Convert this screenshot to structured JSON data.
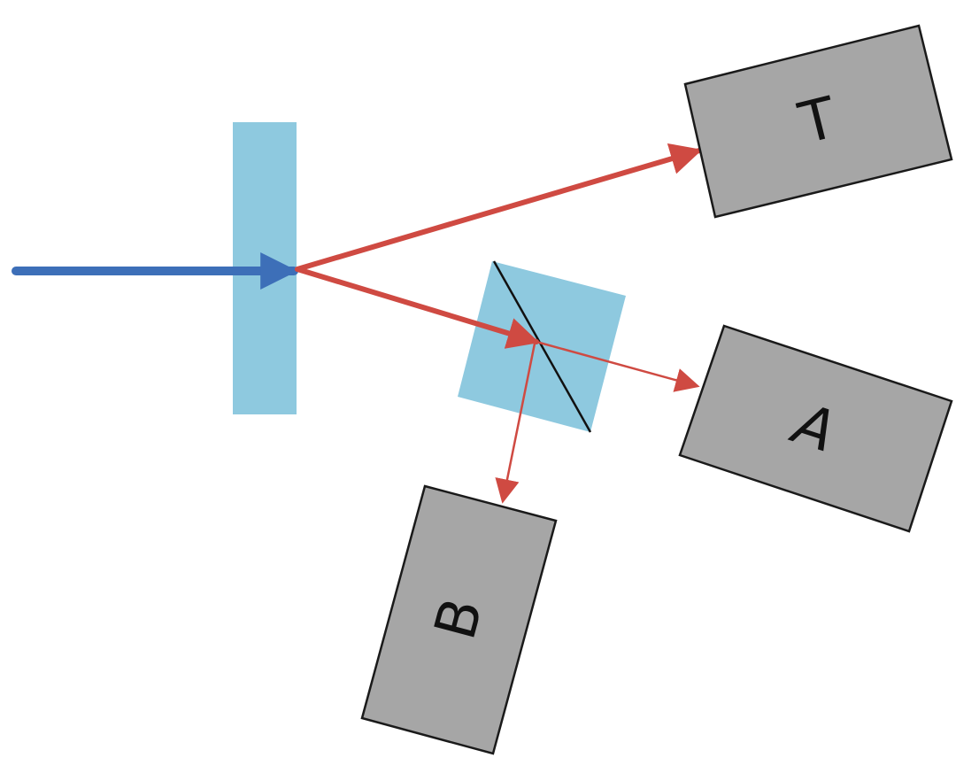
{
  "colors": {
    "background": "#ffffff",
    "input_beam": "#3d6fb8",
    "output_beam": "#cf4a42",
    "optic": "#8ec9df",
    "detector_fill": "#a6a6a6",
    "detector_stroke": "#1a1a1a",
    "splitter_line": "#111111"
  },
  "detectors": {
    "top": {
      "label": "T"
    },
    "middle": {
      "label": "A"
    },
    "bottom": {
      "label": "B"
    }
  }
}
